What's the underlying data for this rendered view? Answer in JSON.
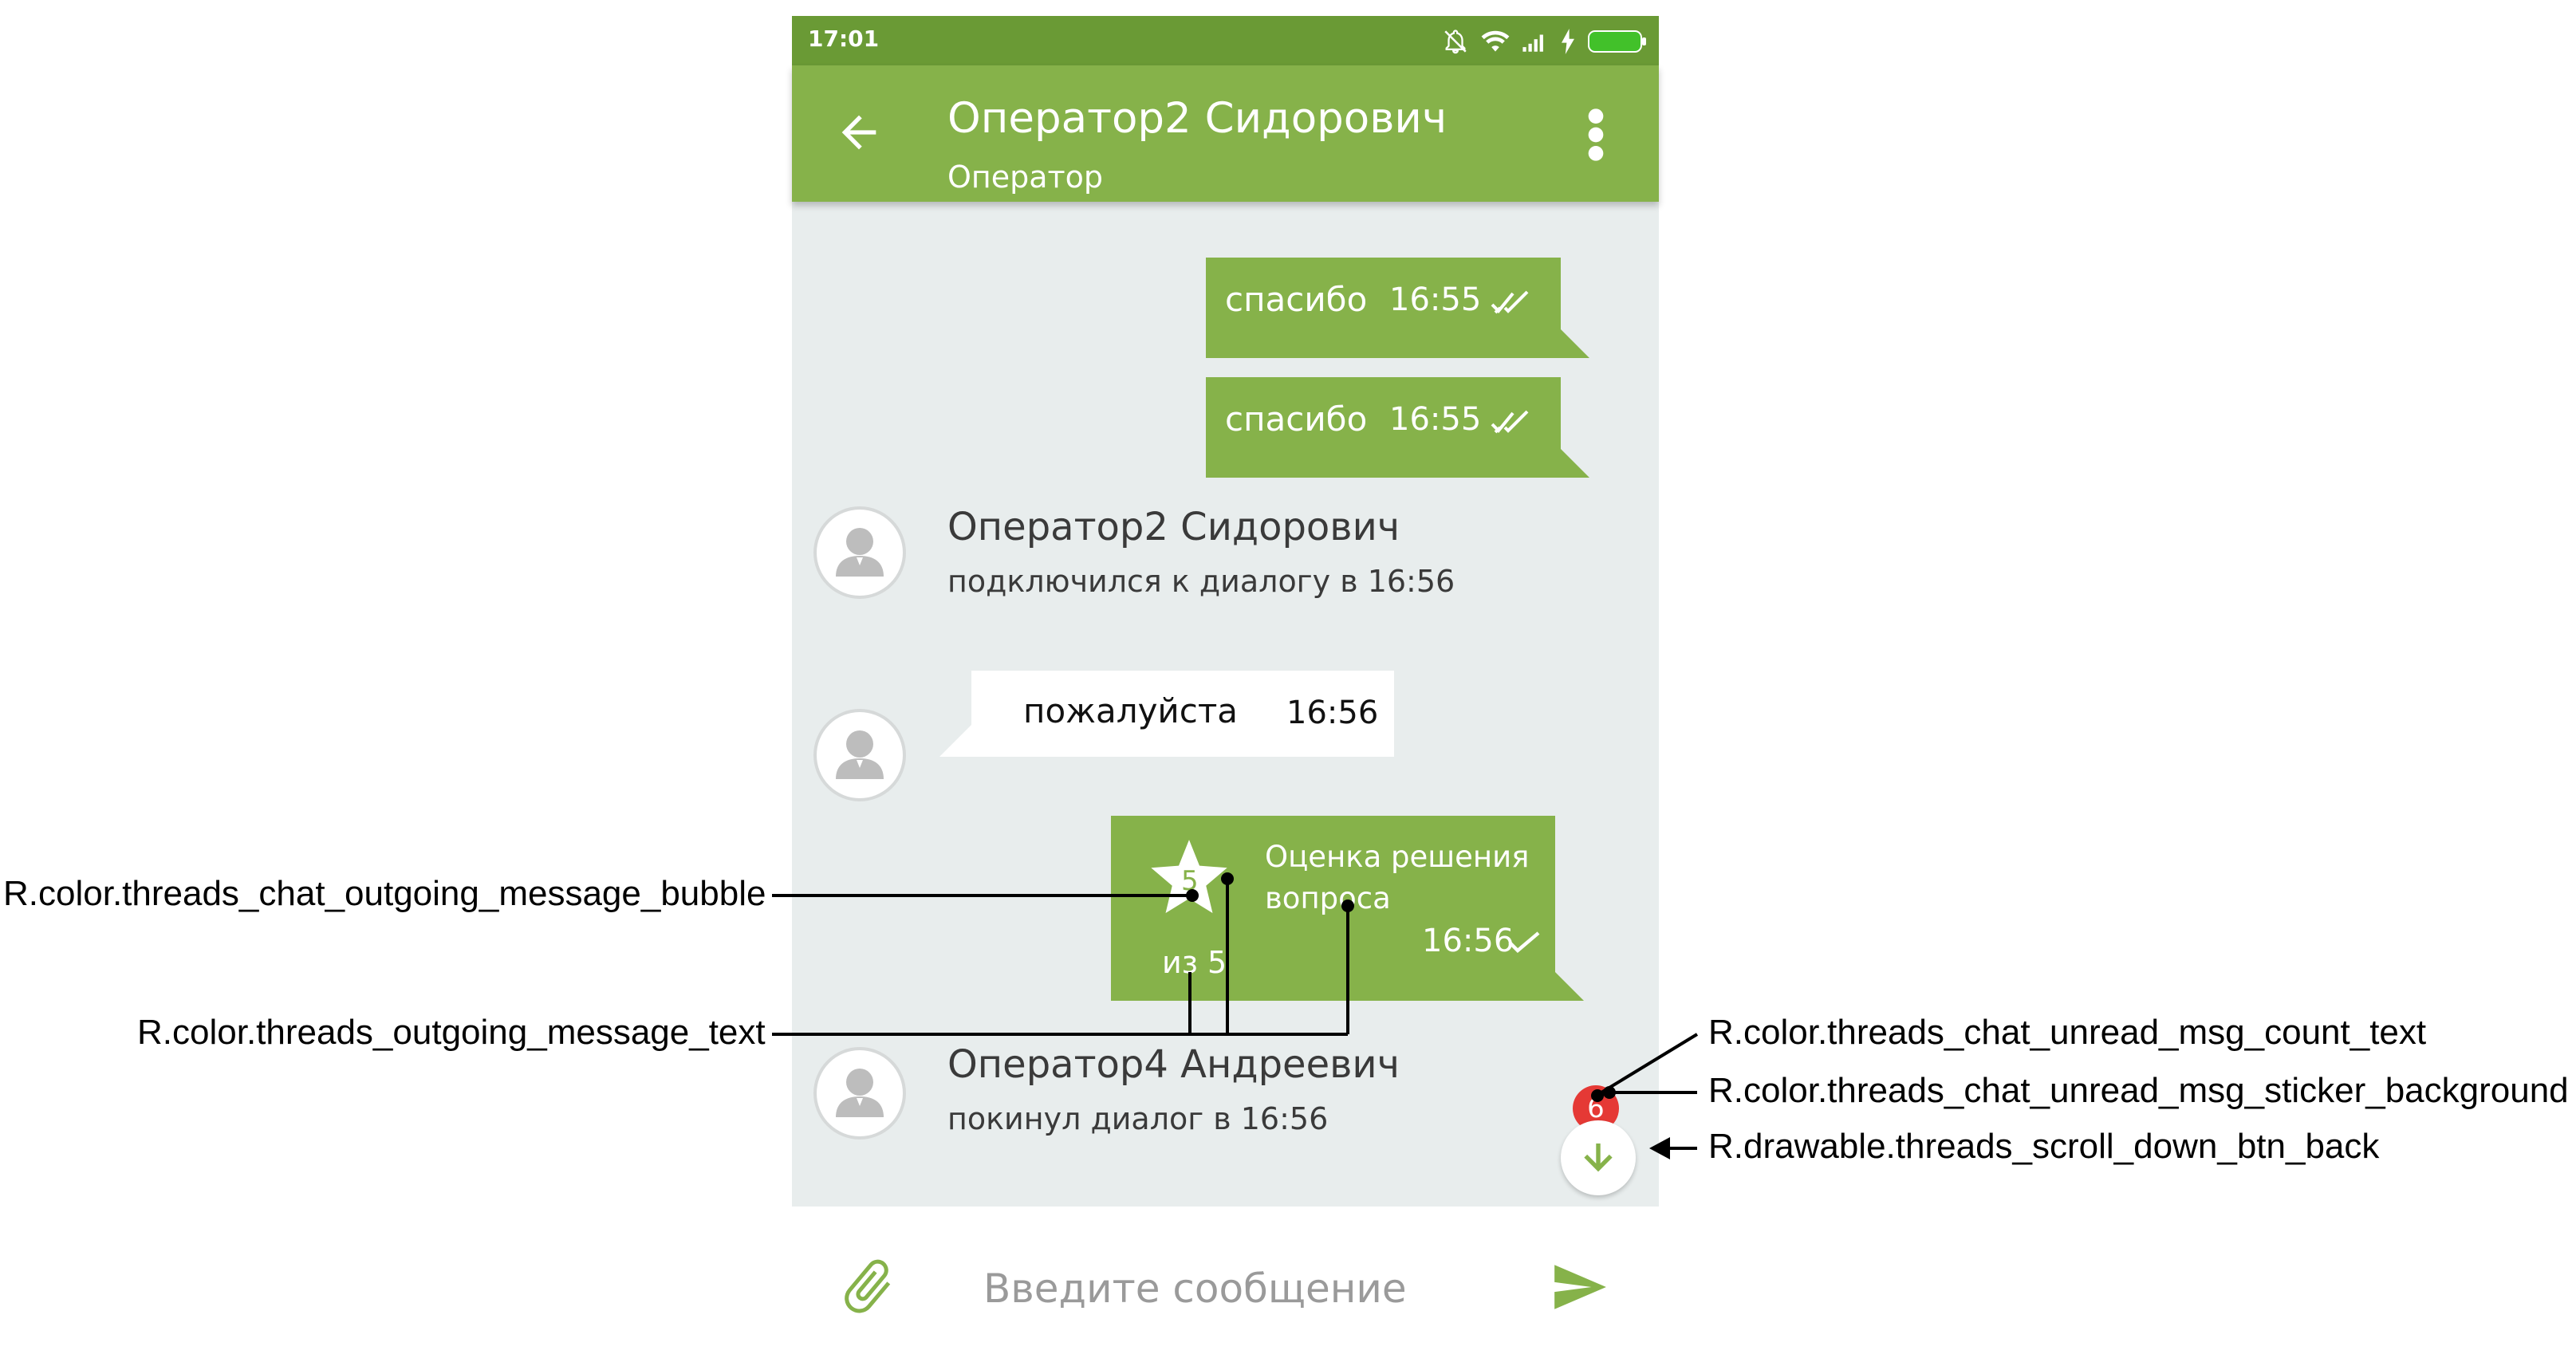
{
  "status_bar": {
    "time": "17:01"
  },
  "toolbar": {
    "title": "Оператор2 Сидорович",
    "subtitle": "Оператор"
  },
  "messages": [
    {
      "type": "outgoing",
      "text": "спасибо",
      "time": "16:55"
    },
    {
      "type": "outgoing",
      "text": "спасибо",
      "time": "16:55"
    },
    {
      "type": "system",
      "name": "Оператор2 Сидорович",
      "text": "подключился к диалогу в 16:56"
    },
    {
      "type": "incoming",
      "text": "пожалуйста",
      "time": "16:56"
    },
    {
      "type": "rating",
      "score": "5",
      "of_text": "из 5",
      "text": "Оценка решения вопроса",
      "time": "16:56"
    },
    {
      "type": "system",
      "name": "Оператор4 Андреевич",
      "text": "покинул диалог в 16:56"
    }
  ],
  "unread_badge": {
    "count": "6"
  },
  "input": {
    "placeholder": "Введите сообщение"
  },
  "annotations": {
    "outgoing_bubble": "R.color.threads_chat_outgoing_message_bubble",
    "outgoing_text": "R.color.threads_outgoing_message_text",
    "unread_count_text": "R.color.threads_chat_unread_msg_count_text",
    "unread_sticker_background": "R.color.threads_chat_unread_msg_sticker_background",
    "scroll_down_btn": "R.drawable.threads_scroll_down_btn_back"
  },
  "colors": {
    "status_bar": "#6a9a35",
    "toolbar": "#86b24a",
    "outgoing_bubble": "#86b24a",
    "chat_background": "#e8eded",
    "unread_badge": "#e53935"
  },
  "icons": [
    "back-arrow-icon",
    "more-vert-icon",
    "mute-icon",
    "wifi-icon",
    "signal-icon",
    "charging-icon",
    "battery-icon",
    "double-check-icon",
    "check-icon",
    "star-icon",
    "person-icon",
    "arrow-down-icon",
    "attach-icon",
    "send-icon"
  ]
}
